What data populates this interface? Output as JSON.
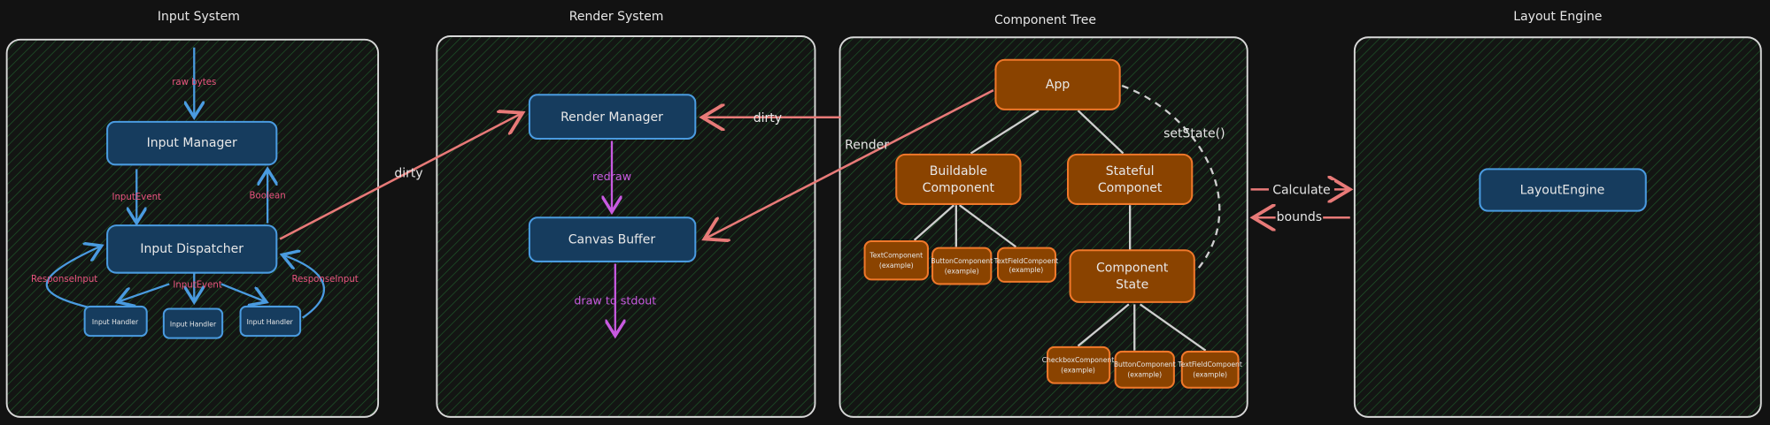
{
  "panels": [
    {
      "title": "Input System"
    },
    {
      "title": "Render System"
    },
    {
      "title": "Component Tree"
    },
    {
      "title": "Layout Engine"
    }
  ],
  "input_system": {
    "raw_bytes": "raw bytes",
    "input_manager": "Input Manager",
    "input_event_down": "InputEvent",
    "boolean": "Boolean",
    "input_dispatcher": "Input Dispatcher",
    "input_event_handlers": "InputEvent",
    "response_left": "ResponseInput",
    "response_right": "ResponseInput",
    "handlers": [
      "Input Handler",
      "Input Handler",
      "Input Handler"
    ]
  },
  "render_system": {
    "render_manager": "Render Manager",
    "redraw": "redraw",
    "canvas_buffer": "Canvas Buffer",
    "draw_to_stdout": "draw to stdout"
  },
  "connections": {
    "dirty_input": "dirty",
    "dirty_tree": "dirty",
    "render": "Render",
    "set_state": "setState()",
    "calculate": "Calculate",
    "bounds": "bounds"
  },
  "component_tree": {
    "app": "App",
    "buildable": [
      "Buildable",
      "Component"
    ],
    "stateful": [
      "Stateful",
      "Componet"
    ],
    "component_state": [
      "Component",
      "State"
    ],
    "buildable_children": [
      [
        "TextComponent",
        "(example)"
      ],
      [
        "ButtonComponent",
        "(example)"
      ],
      [
        "TextFieldCompoent",
        "(example)"
      ]
    ],
    "state_children": [
      [
        "CheckboxComponent",
        "(example)"
      ],
      [
        "ButtonComponent",
        "(example)"
      ],
      [
        "TextFieldCompoent",
        "(example)"
      ]
    ]
  },
  "layout_engine": {
    "node": "LayoutEngine"
  },
  "colors": {
    "background": "#121212",
    "hatch": "#1f5a2a",
    "blue_node": "#163c5e",
    "blue_stroke": "#4a9be0",
    "orange_node": "#8a4300",
    "orange_stroke": "#f0782a",
    "pink_label": "#e8547e",
    "red_arrow": "#e87a78",
    "violet": "#c85ae0"
  }
}
